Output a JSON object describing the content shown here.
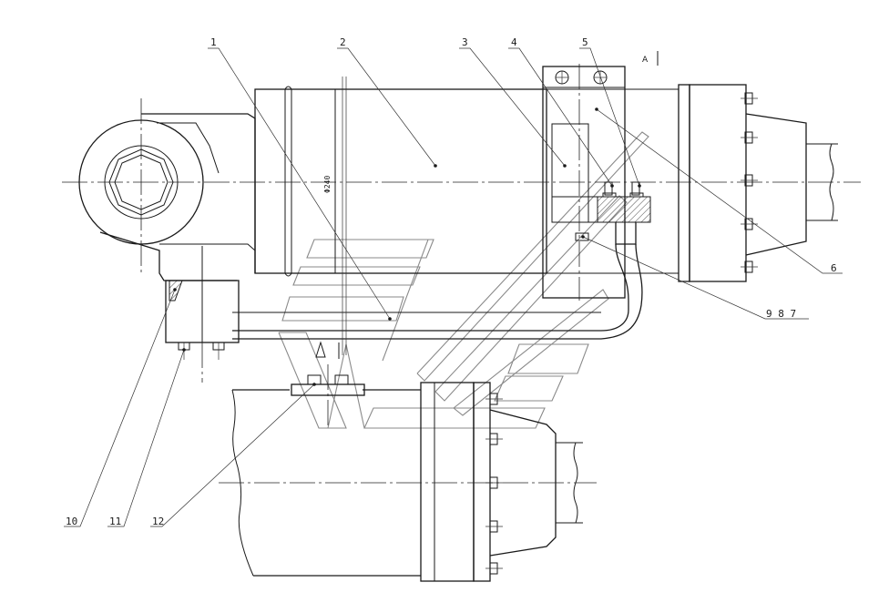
{
  "callouts": [
    {
      "id": "c1",
      "text": "1"
    },
    {
      "id": "c2",
      "text": "2"
    },
    {
      "id": "c3",
      "text": "3"
    },
    {
      "id": "c4",
      "text": "4"
    },
    {
      "id": "c5",
      "text": "5"
    },
    {
      "id": "c6",
      "text": "6"
    },
    {
      "id": "c987",
      "text": "9 8 7"
    },
    {
      "id": "c10",
      "text": "10"
    },
    {
      "id": "c11",
      "text": "11"
    },
    {
      "id": "c12",
      "text": "12"
    }
  ],
  "dimension_label": "Φ240",
  "view_label": "A",
  "colors": {
    "line": "#1a1a1a",
    "watermark": "#8a8a8a",
    "background": "#ffffff"
  }
}
